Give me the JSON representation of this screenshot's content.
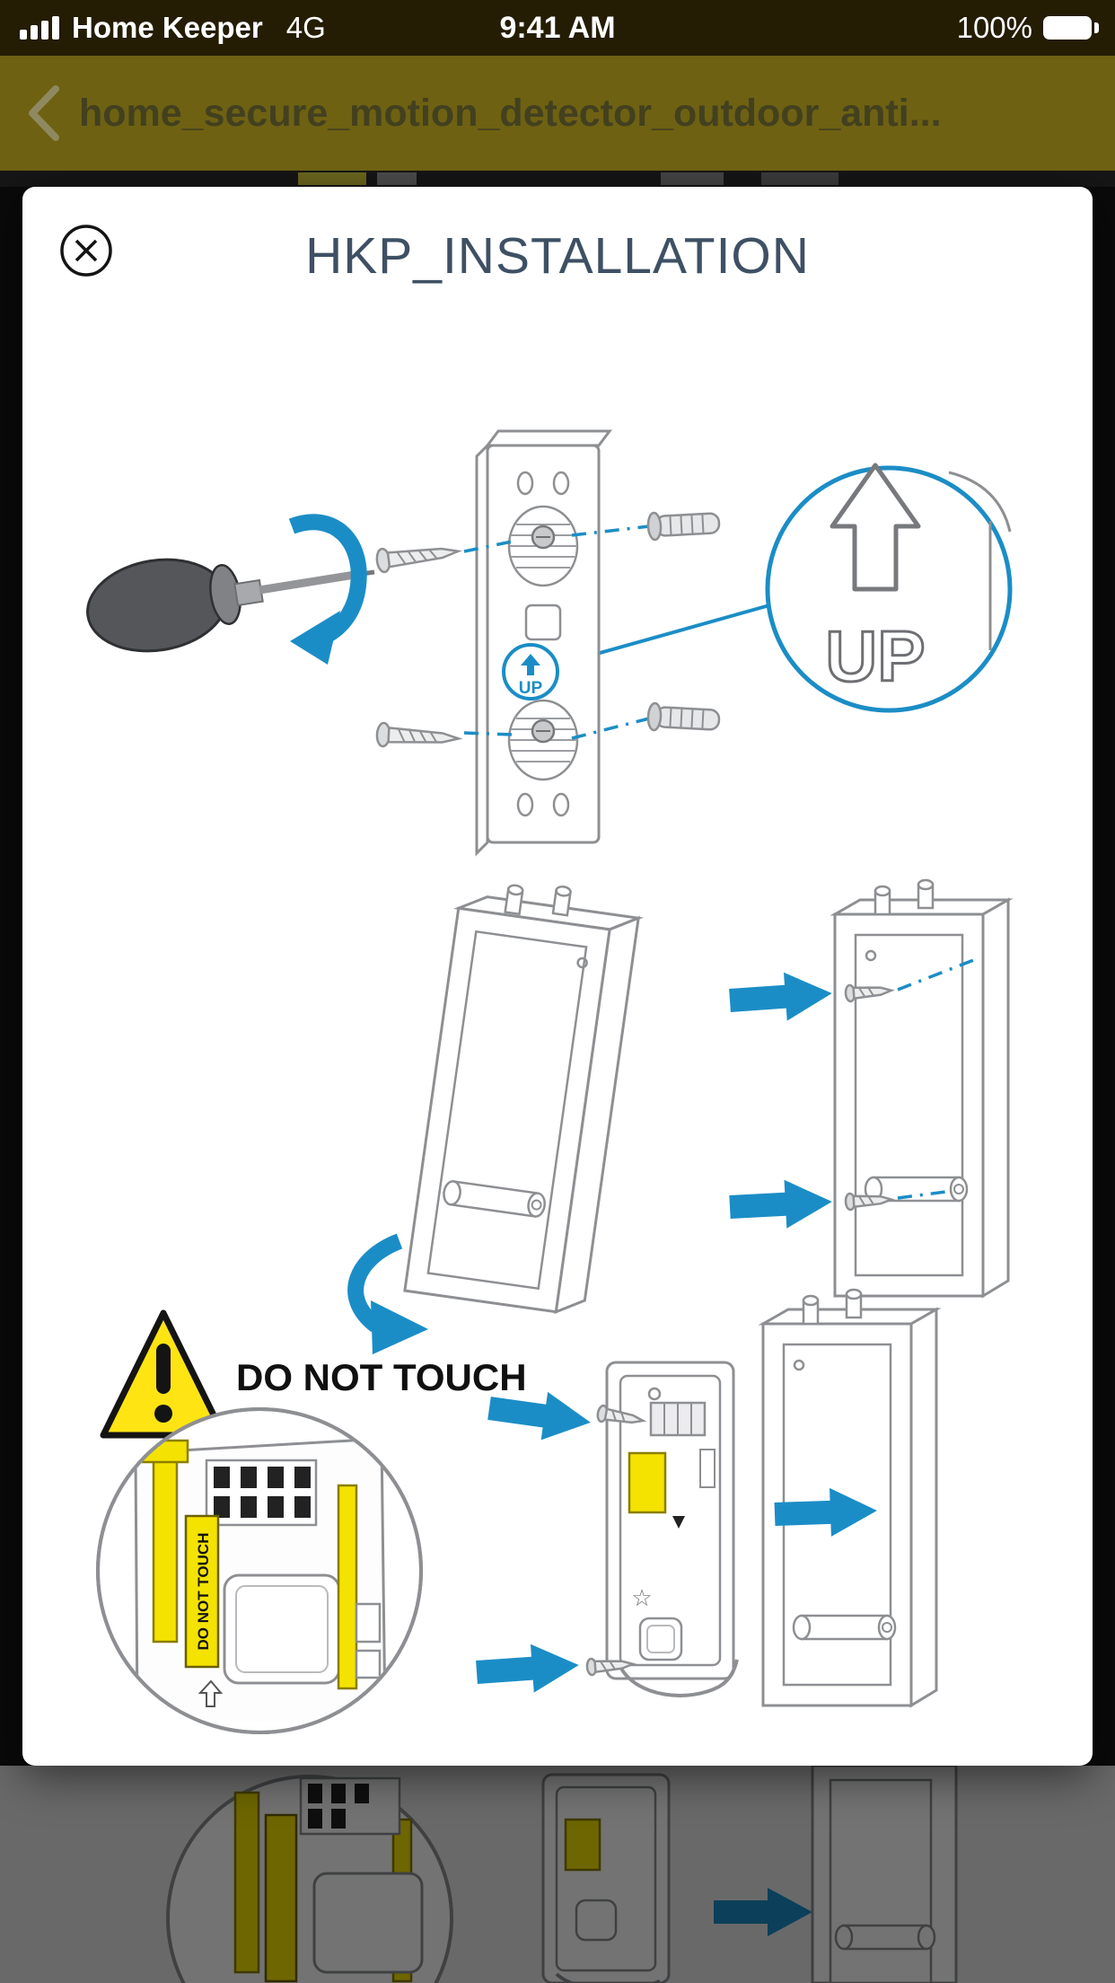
{
  "status_bar": {
    "carrier": "Home Keeper",
    "network": "4G",
    "time": "9:41 AM",
    "battery_percent": "100%"
  },
  "nav_bar": {
    "title": "home_secure_motion_detector_outdoor_anti..."
  },
  "viewer": {
    "title": "HKP_INSTALLATION"
  },
  "diagram": {
    "up_small": "UP",
    "up_large": "UP",
    "warning": "DO NOT TOUCH",
    "tag": "DO NOT TOUCH",
    "star": "☆",
    "colors": {
      "accent_blue": "#1b8dc6",
      "warning_yellow": "#ffe414",
      "outline_gray": "#8d8f92",
      "tool_gray": "#54565a"
    }
  },
  "icons": {
    "back": "chevron-left",
    "close": "circle-x",
    "battery": "battery-full",
    "signal": "signal-bars-4"
  }
}
